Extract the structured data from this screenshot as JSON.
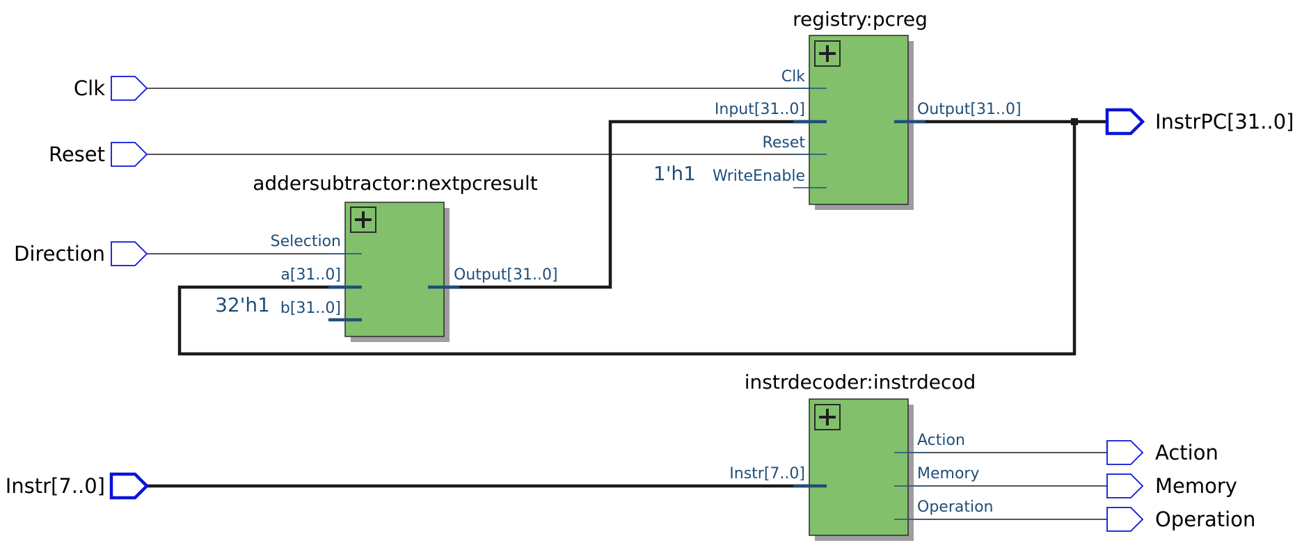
{
  "inputs": {
    "clk": "Clk",
    "reset": "Reset",
    "direction": "Direction",
    "instr": "Instr[7..0]"
  },
  "outputs": {
    "instrpc": "InstrPC[31..0]",
    "action": "Action",
    "memory": "Memory",
    "operation": "Operation"
  },
  "blocks": {
    "pcreg": {
      "title": "registry:pcreg",
      "ports": {
        "clk": "Clk",
        "input": "Input[31..0]",
        "reset": "Reset",
        "write_enable": "WriteEnable",
        "output": "Output[31..0]"
      },
      "const_write_enable": "1'h1"
    },
    "adder": {
      "title": "addersubtractor:nextpcresult",
      "ports": {
        "selection": "Selection",
        "a": "a[31..0]",
        "b": "b[31..0]",
        "output": "Output[31..0]"
      },
      "const_b": "32'h1"
    },
    "decoder": {
      "title": "instrdecoder:instrdecod",
      "ports": {
        "instr": "Instr[7..0]",
        "action": "Action",
        "memory": "Memory",
        "operation": "Operation"
      }
    }
  },
  "colors": {
    "block_fill": "#82c06c",
    "pin_outline": "#0a14d8",
    "port_text": "#1f4e79",
    "wire": "#1a1a1a"
  },
  "icons": {
    "expand": "plus-square-icon"
  }
}
